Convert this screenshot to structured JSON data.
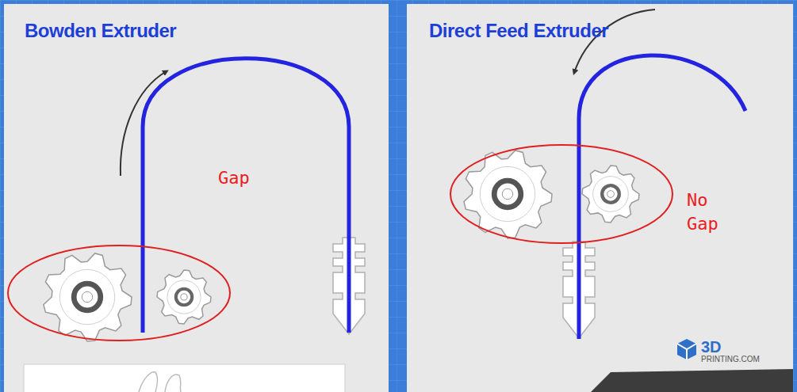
{
  "diagram": {
    "nodes": [
      {
        "text": [
          "Bowden Extruder"
        ]
      },
      {
        "text": [
          "Direct Feed Extruder"
        ]
      }
    ],
    "labels": [
      "Gap",
      "No Gap",
      "3D",
      "PRINTING.COM"
    ]
  }
}
